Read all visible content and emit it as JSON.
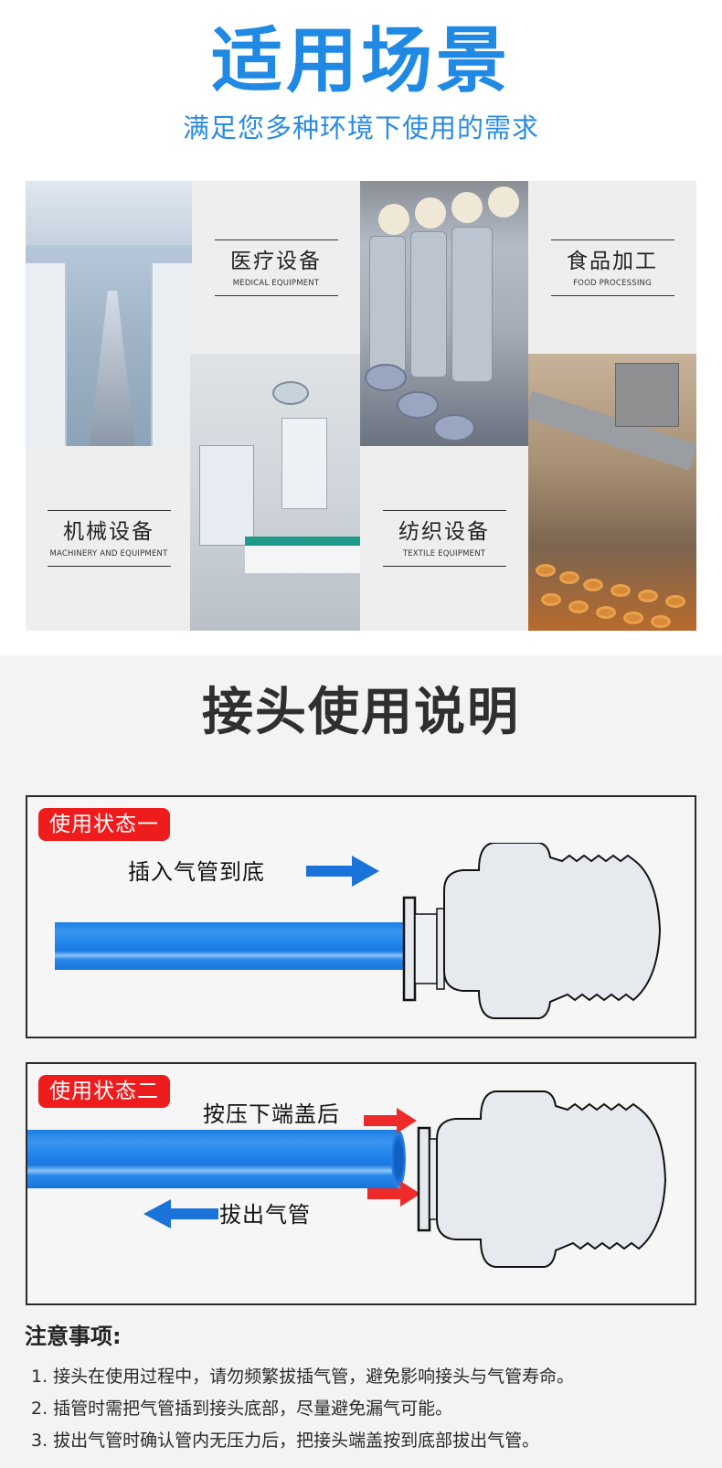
{
  "scenarios": {
    "title": "适用场景",
    "subtitle": "满足您多种环境下使用的需求",
    "items": [
      {
        "cn": "医疗设备",
        "en": "MEDICAL EQUIPMENT"
      },
      {
        "cn": "食品加工",
        "en": "FOOD PROCESSING"
      },
      {
        "cn": "机械设备",
        "en": "MACHINERY AND EQUIPMENT"
      },
      {
        "cn": "纺织设备",
        "en": "TEXTILE EQUIPMENT"
      }
    ]
  },
  "instructions": {
    "title": "接头使用说明",
    "states": [
      {
        "badge": "使用状态一",
        "caption": "插入气管到底",
        "arrow_color": "#1A73D9"
      },
      {
        "badge": "使用状态二",
        "caption_press": "按压下端盖后",
        "caption_pull": "拔出气管",
        "press_arrow_color": "#EE2A2A",
        "pull_arrow_color": "#1A73D9"
      }
    ]
  },
  "notes": {
    "title": "注意事项:",
    "items": [
      "1. 接头在使用过程中，请勿频繁拔插气管，避免影响接头与气管寿命。",
      "2. 插管时需把气管插到接头底部，尽量避免漏气可能。",
      "3. 拔出气管时确认管内无压力后，把接头端盖按到底部拔出气管。"
    ]
  },
  "colors": {
    "title_blue": "#2089E3",
    "badge_red": "#EE1C1C",
    "tube_blue": "#1F84EA",
    "fitting_fill": "#E6EAEE"
  }
}
